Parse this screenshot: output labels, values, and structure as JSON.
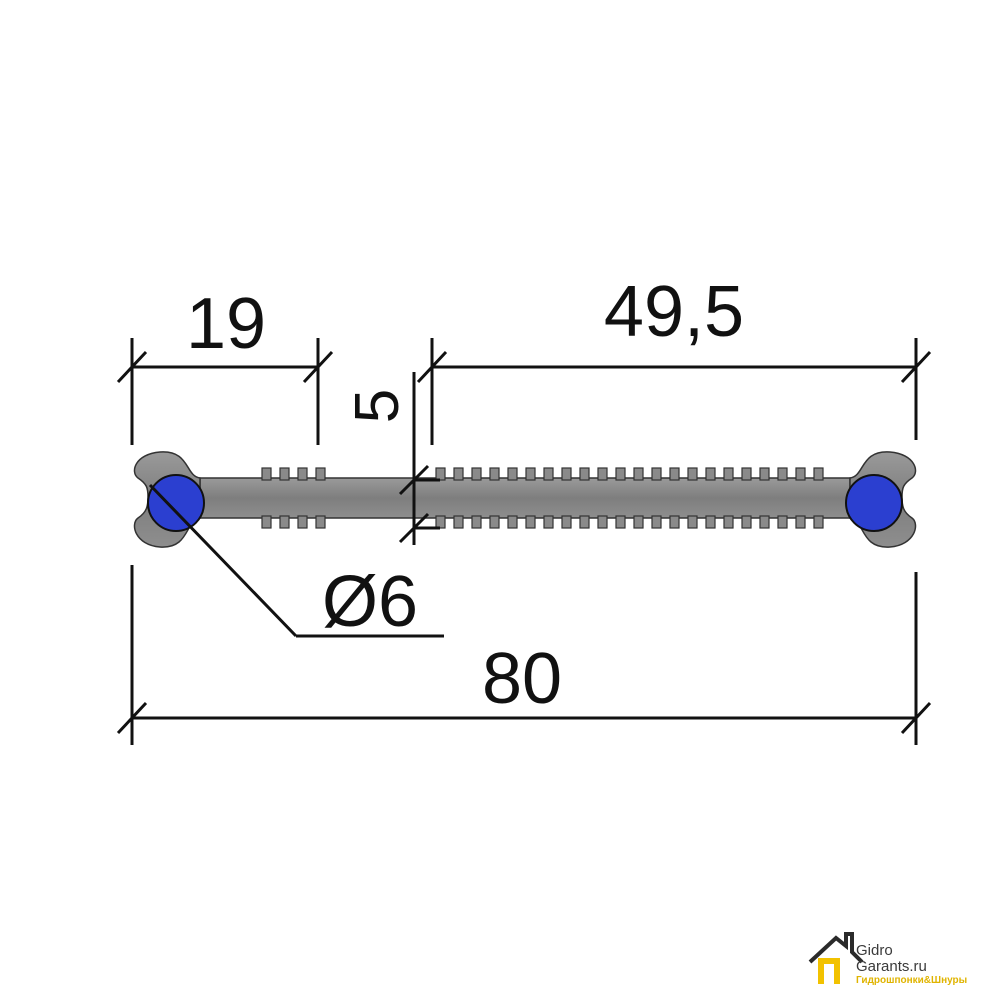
{
  "diagram": {
    "dimensions": {
      "left_flange": "19",
      "right_span": "49,5",
      "thickness": "5",
      "bulb_diameter": "Ø6",
      "total_width": "80"
    }
  },
  "colors": {
    "profile_fill": "#8a8a8a",
    "bulb_fill": "#2b3fd0",
    "line": "#111111",
    "logo_accent": "#f2c200"
  },
  "logo": {
    "line1": "Gidro",
    "line2": "Garants.ru",
    "tagline": "Гидрошпонки&Шнуры"
  }
}
